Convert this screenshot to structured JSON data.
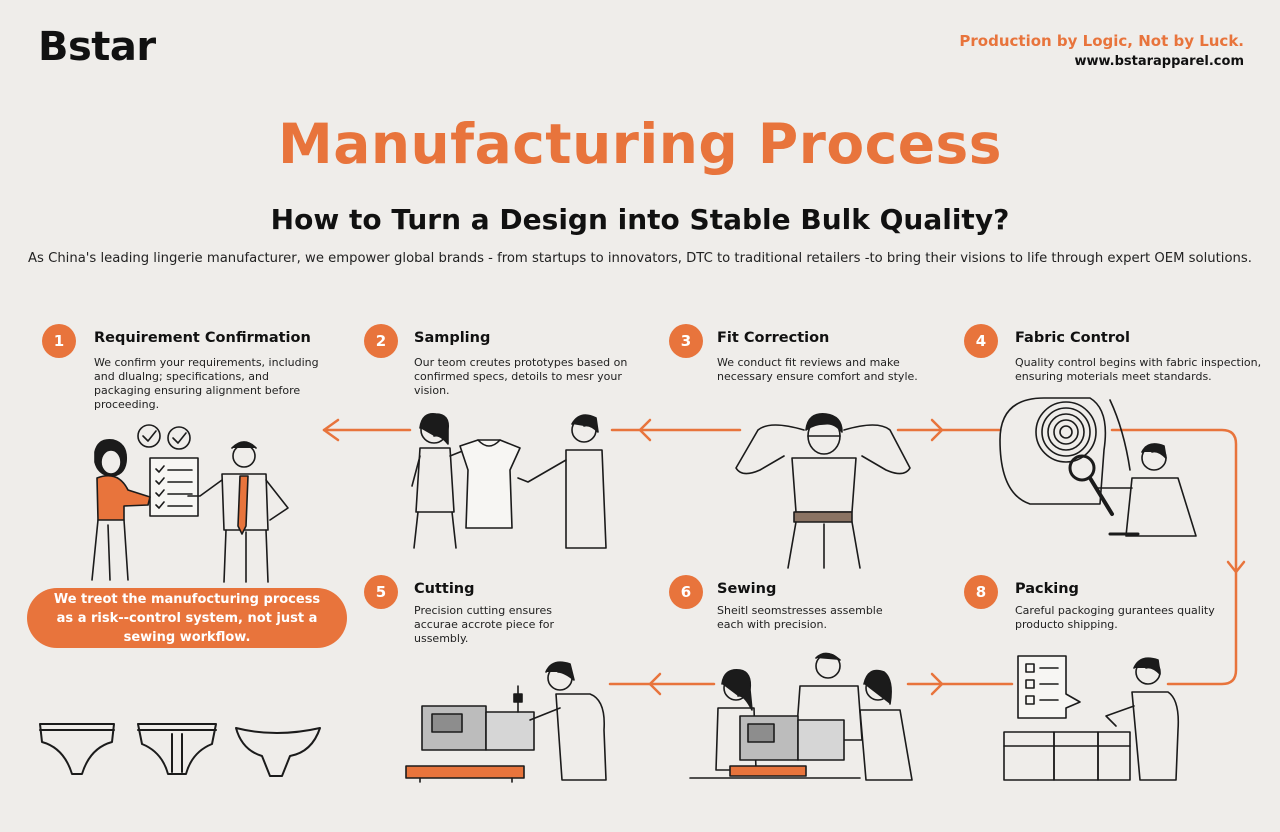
{
  "brand": {
    "logo": "Bstar",
    "tagline": "Production by Logic, Not by Luck.",
    "website": "www.bstarapparel.com"
  },
  "title": "Manufacturing Process",
  "subtitle": "How to Turn a Design into Stable Bulk Quality?",
  "intro": "As China's leading lingerie manufacturer, we empower global brands - from startups to innovators, DTC to traditional retailers -to bring their visions to life through expert OEM solutions.",
  "steps": [
    {
      "number": "1",
      "title": "Requirement Confirmation",
      "description": "We confirm your requirements, including and dlualng; specifications, and packaging ensuring alignment before proceeding."
    },
    {
      "number": "2",
      "title": "Sampling",
      "description": "Our teom creutes prototypes based on confirmed specs, detoils to mesr your vision."
    },
    {
      "number": "3",
      "title": "Fit Correction",
      "description": "We conduct fit reviews and make necessary ensure comfort and style."
    },
    {
      "number": "4",
      "title": "Fabric Control",
      "description": "Quality control begins with fabric inspection, ensuring moterials meet standards."
    },
    {
      "number": "5",
      "title": "Cutting",
      "description": "Precision cutting ensures accurae accrote piece for ussembly."
    },
    {
      "number": "6",
      "title": "Sewing",
      "description": "Sheitl seomstresses assemble each with precision."
    },
    {
      "number": "8",
      "title": "Packing",
      "description": "Careful packoging gurantees quality producto shipping."
    }
  ],
  "callout": "We treot the manufocturing process as a risk--control system, not just a sewing workflow.",
  "colors": {
    "accent": "#e8743c",
    "background": "#efedea",
    "ink": "#1b1b1b"
  },
  "icons": [
    "check-icon",
    "checklist-icon",
    "magnifier-icon",
    "fabric-roll-icon",
    "sewing-machine-icon",
    "shipping-box-icon",
    "underwear-icon",
    "arrow-icon"
  ]
}
